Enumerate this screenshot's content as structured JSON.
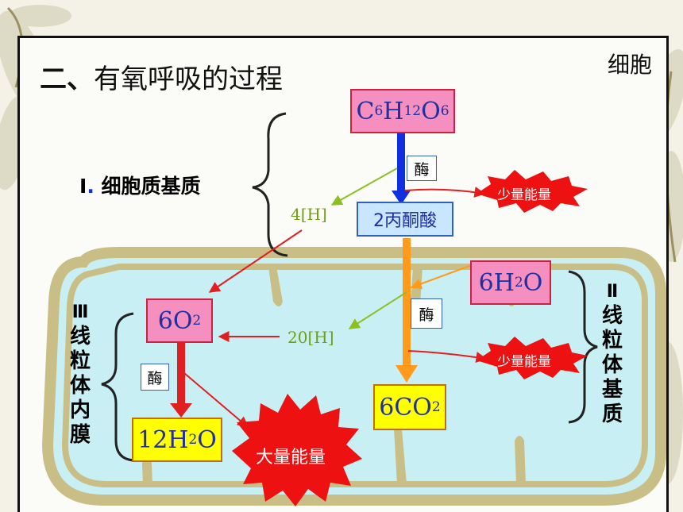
{
  "title": {
    "prefix": "二、",
    "text": "有氧呼吸的过程"
  },
  "corner_label": "细胞",
  "stage1_label": {
    "numeral": "Ⅰ",
    "dot": ".",
    "text": "细胞质基质"
  },
  "stage2_label": {
    "numeral": "Ⅱ",
    "chars": [
      "线",
      "粒",
      "体",
      "基",
      "质"
    ]
  },
  "stage3_label": {
    "numeral": "Ⅲ",
    "chars": [
      "线",
      "粒",
      "体",
      "内",
      "膜"
    ]
  },
  "nodes": {
    "glucose": {
      "main": [
        "C",
        "H",
        "O"
      ],
      "subs": [
        "6",
        "12",
        "6"
      ]
    },
    "pyruvate": "2丙酮酸",
    "water_in": {
      "main": [
        "6H",
        "O"
      ],
      "subs": [
        "2"
      ]
    },
    "oxygen": {
      "main": [
        "6O"
      ],
      "subs": [
        "2"
      ]
    },
    "co2": {
      "main": [
        "6CO"
      ],
      "subs": [
        "2"
      ]
    },
    "water_out": {
      "main": [
        "12H",
        "O"
      ],
      "subs": [
        "2"
      ]
    }
  },
  "enzyme_label": "酶",
  "hydrogen_4": "4[H]",
  "hydrogen_20": "20[H]",
  "energy_small": "少量能量",
  "energy_large": "大量能量",
  "colors": {
    "pink_box": "#f48fc0",
    "blue_box": "#c8e6ff",
    "yellow_box": "#ffff00",
    "mito_fill": "#c8f0f4",
    "mito_border": "#c9bf86",
    "arrow_blue": "#1030e0",
    "arrow_orange": "#ff9a1a",
    "arrow_red": "#e02020",
    "arrow_green": "#8cc020",
    "starburst": "#ee1111"
  }
}
